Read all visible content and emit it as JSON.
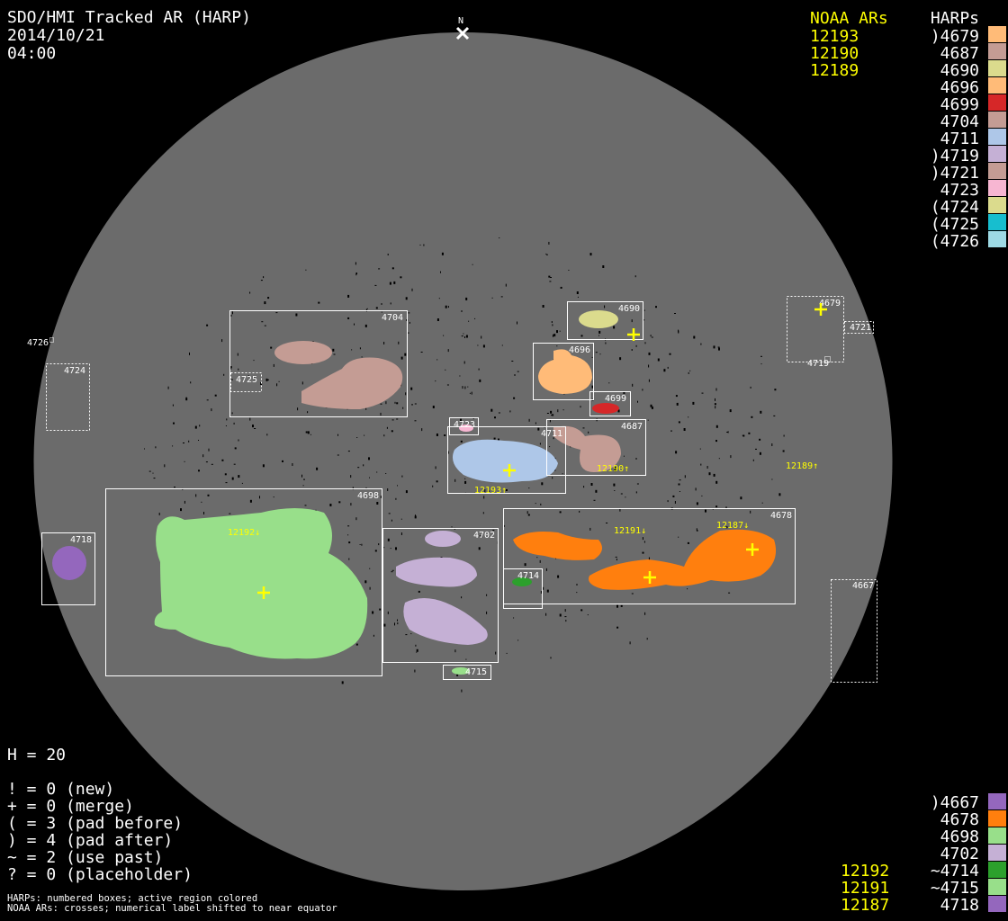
{
  "header": {
    "title": "SDO/HMI Tracked AR (HARP)",
    "date": "2014/10/21",
    "time": "04:00"
  },
  "north_label": "N",
  "legend_top": {
    "noaa_title": "NOAA ARs",
    "harps_title": "HARPs",
    "noaa": [
      "12193",
      "12190",
      "12189"
    ],
    "harps": [
      {
        "label": ")4679",
        "color": "#ffbb78"
      },
      {
        "label": "4687",
        "color": "#c49c94"
      },
      {
        "label": "4690",
        "color": "#dbdb8d"
      },
      {
        "label": "4696",
        "color": "#ffbb78"
      },
      {
        "label": "4699",
        "color": "#d62728"
      },
      {
        "label": "4704",
        "color": "#c49c94"
      },
      {
        "label": "4711",
        "color": "#aec7e8"
      },
      {
        "label": ")4719",
        "color": "#c5b0d5"
      },
      {
        "label": ")4721",
        "color": "#c49c94"
      },
      {
        "label": "4723",
        "color": "#f7b6d2"
      },
      {
        "label": "(4724",
        "color": "#dbdb8d"
      },
      {
        "label": "(4725",
        "color": "#17becf"
      },
      {
        "label": "(4726",
        "color": "#9edae5"
      }
    ]
  },
  "legend_bottom": {
    "noaa": [
      "12192",
      "12191",
      "12187"
    ],
    "harps": [
      {
        "label": ")4667",
        "color": "#9467bd"
      },
      {
        "label": "4678",
        "color": "#ff7f0e"
      },
      {
        "label": "4698",
        "color": "#98df8a"
      },
      {
        "label": "4702",
        "color": "#c5b0d5"
      },
      {
        "label": "~4714",
        "color": "#2ca02c"
      },
      {
        "label": "~4715",
        "color": "#98df8a"
      },
      {
        "label": "4718",
        "color": "#9467bd"
      }
    ]
  },
  "stats": {
    "h": "H = 20",
    "lines": [
      "! = 0 (new)",
      "+ = 0 (merge)",
      "( = 3 (pad before)",
      ") = 4 (pad after)",
      "~ = 2 (use past)",
      "? = 0 (placeholder)"
    ]
  },
  "footnotes": [
    "HARPs: numbered boxes; active region colored",
    "NOAA ARs: crosses; numerical label shifted to near equator"
  ],
  "harp_boxes": [
    "4704",
    "4725",
    "4724",
    "4726",
    "4690",
    "4696",
    "4699",
    "4687",
    "4723",
    "4711",
    "4698",
    "4718",
    "4702",
    "4715",
    "4678",
    "4714",
    "4679",
    "4721",
    "4719",
    "4667"
  ],
  "noaa_labels": [
    "12190↑",
    "12189↑",
    "12193↑",
    "12192↓",
    "12191↓",
    "12187↓"
  ],
  "colors": {
    "disk": "#6b6b6b",
    "noaa": "#ffff00",
    "box": "#ffffff"
  }
}
